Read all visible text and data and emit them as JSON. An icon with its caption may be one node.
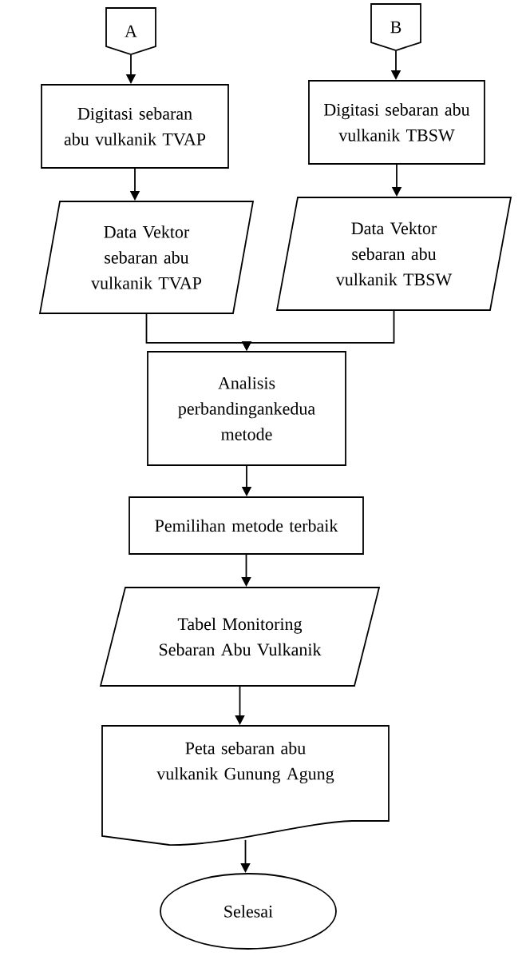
{
  "diagram": {
    "nodes": [
      {
        "text": [
          "A"
        ]
      },
      {
        "text": [
          "B"
        ]
      },
      {
        "text": [
          "Digitasi sebaran abu vulkanik TVAP"
        ]
      },
      {
        "text": [
          "Digitasi sebaran abu vulkanik TBSW"
        ]
      },
      {
        "text": [
          "Data Vektor sebaran abu vulkanik TVAP"
        ]
      },
      {
        "text": [
          "Data Vektor sebaran abu vulkanik TBSW"
        ]
      },
      {
        "text": [
          "Analisis perbandingankedua metode"
        ]
      },
      {
        "text": [
          "Pemilihan metode terbaik"
        ]
      },
      {
        "text": [
          "Tabel Monitoring Sebaran Abu Vulkanik"
        ]
      },
      {
        "text": [
          "Peta sebaran abu vulkanik Gunung Agung"
        ]
      },
      {
        "text": [
          "Selesai"
        ]
      }
    ],
    "edges": [
      {
        "from": 0,
        "to": 2,
        "arrow": "to"
      },
      {
        "from": 1,
        "to": 3,
        "arrow": "to"
      },
      {
        "from": 2,
        "to": 4,
        "arrow": "to"
      },
      {
        "from": 3,
        "to": 5,
        "arrow": "to"
      },
      {
        "from": 4,
        "to": 6,
        "arrow": "to"
      },
      {
        "from": 5,
        "to": 6,
        "arrow": "to"
      },
      {
        "from": 6,
        "to": 7,
        "arrow": "to"
      },
      {
        "from": 7,
        "to": 8,
        "arrow": "to"
      },
      {
        "from": 8,
        "to": 9,
        "arrow": "to"
      },
      {
        "from": 9,
        "to": 10,
        "arrow": "to"
      }
    ]
  }
}
